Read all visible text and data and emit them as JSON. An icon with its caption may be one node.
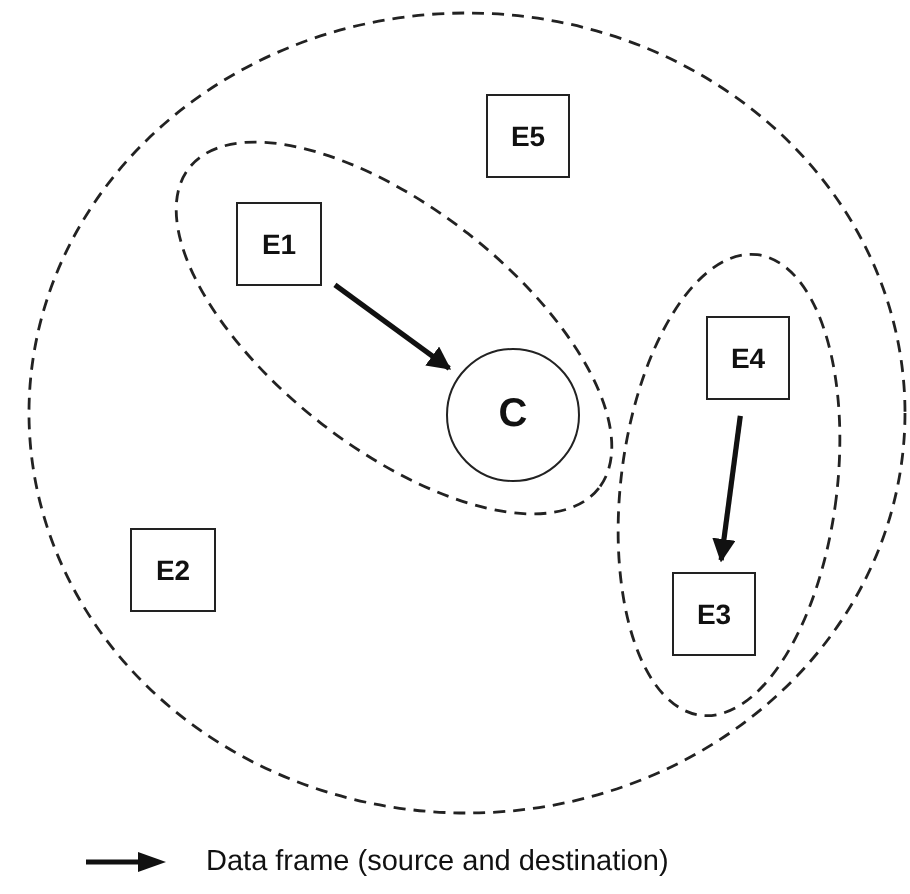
{
  "diagram": {
    "nodes": [
      {
        "text": [],
        "shape": "ellipse"
      },
      {
        "text": [
          "E5"
        ],
        "in": 0
      },
      {
        "text": [],
        "shape": "ellipse",
        "in": 0
      },
      {
        "text": [
          "E1"
        ],
        "in": 2
      },
      {
        "text": [
          "C"
        ],
        "in": 2
      },
      {
        "text": [],
        "shape": "ellipse",
        "in": 0
      },
      {
        "text": [
          "E4"
        ],
        "in": 5
      },
      {
        "text": [
          "E3"
        ],
        "in": 5
      },
      {
        "text": [
          "E2"
        ],
        "in": 0
      }
    ],
    "edges": [
      {
        "from": 3,
        "to": 4,
        "arrow": "to"
      },
      {
        "from": 6,
        "to": 7,
        "arrow": "to"
      }
    ],
    "legend": [
      {
        "text": "Data frame (source and destination)"
      }
    ]
  }
}
